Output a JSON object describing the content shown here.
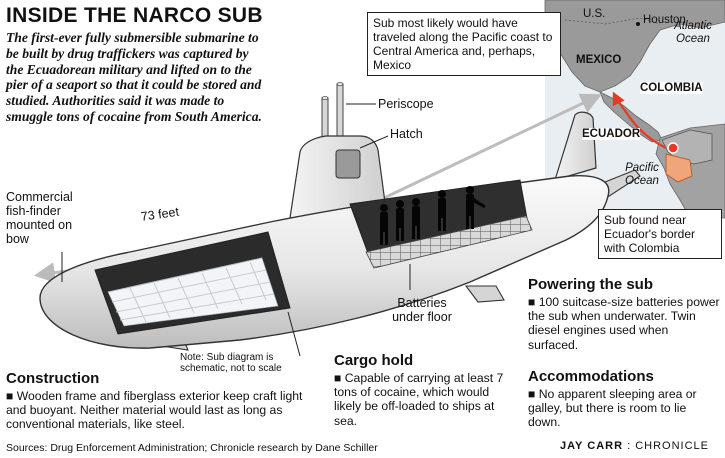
{
  "title": "INSIDE THE NARCO SUB",
  "intro": "The first-ever fully submersible submarine to be built by drug traffickers was captured by the Ecuadorean military and lifted on to the pier of a seaport so that it could be stored and studied. Authorities said it was made to smuggle tons of cocaine from South America.",
  "labels": {
    "periscope": "Periscope",
    "hatch": "Hatch",
    "length": "73 feet",
    "fish_finder": "Commercial fish-finder mounted on bow",
    "batteries": "Batteries under floor",
    "note": "Note: Sub diagram is schematic, not to scale"
  },
  "map": {
    "callout_route": "Sub most likely would have traveled along the Pacific coast to Central America and, perhaps, Mexico",
    "callout_found": "Sub found near Ecuador's border with Colombia",
    "us": "U.S.",
    "houston": "Houston",
    "atlantic": "Atlantic Ocean",
    "mexico": "MEXICO",
    "colombia": "COLOMBIA",
    "ecuador": "ECUADOR",
    "pacific": "Pacific Ocean"
  },
  "sections": {
    "cargo_title": "Cargo hold",
    "cargo_body": "■ Capable of carrying at least 7 tons of cocaine, which would likely be off-loaded to ships at sea.",
    "construction_title": "Construction",
    "construction_body": "■ Wooden frame and fiberglass exterior keep craft light and buoyant. Neither material would last as long as conventional materials, like steel.",
    "power_title": "Powering the sub",
    "power_body": "■ 100 suitcase-size batteries power the sub when underwater. Twin diesel engines used when surfaced.",
    "accom_title": "Accommodations",
    "accom_body": "■ No apparent sleeping area or galley, but there is room to lie down."
  },
  "footer": {
    "sources": "Sources: Drug Enforcement Administration; Chronicle research by Dane Schiller",
    "credit_name": "JAY CARR",
    "credit_sep": ":",
    "credit_pub": "CHRONICLE"
  },
  "colors": {
    "hull": "#e9e9e9",
    "hull_stroke": "#333333",
    "interior": "#2a2a2a",
    "route": "#e33b24",
    "ecuador": "#f0a57a",
    "land": "#9a9a9a"
  }
}
